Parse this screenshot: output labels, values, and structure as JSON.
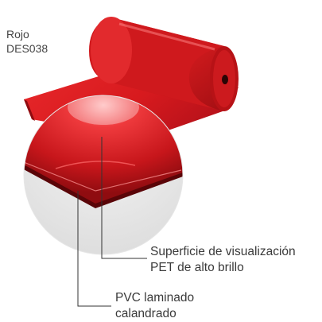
{
  "swatch": {
    "color_name": "Rojo",
    "code": "DES038",
    "color": "#d81c1f"
  },
  "labels": {
    "surface_line1": "Superficie de visualización",
    "surface_line2": "PET de alto brillo",
    "pvc_line1": "PVC laminado",
    "pvc_line2": "calandrado"
  }
}
